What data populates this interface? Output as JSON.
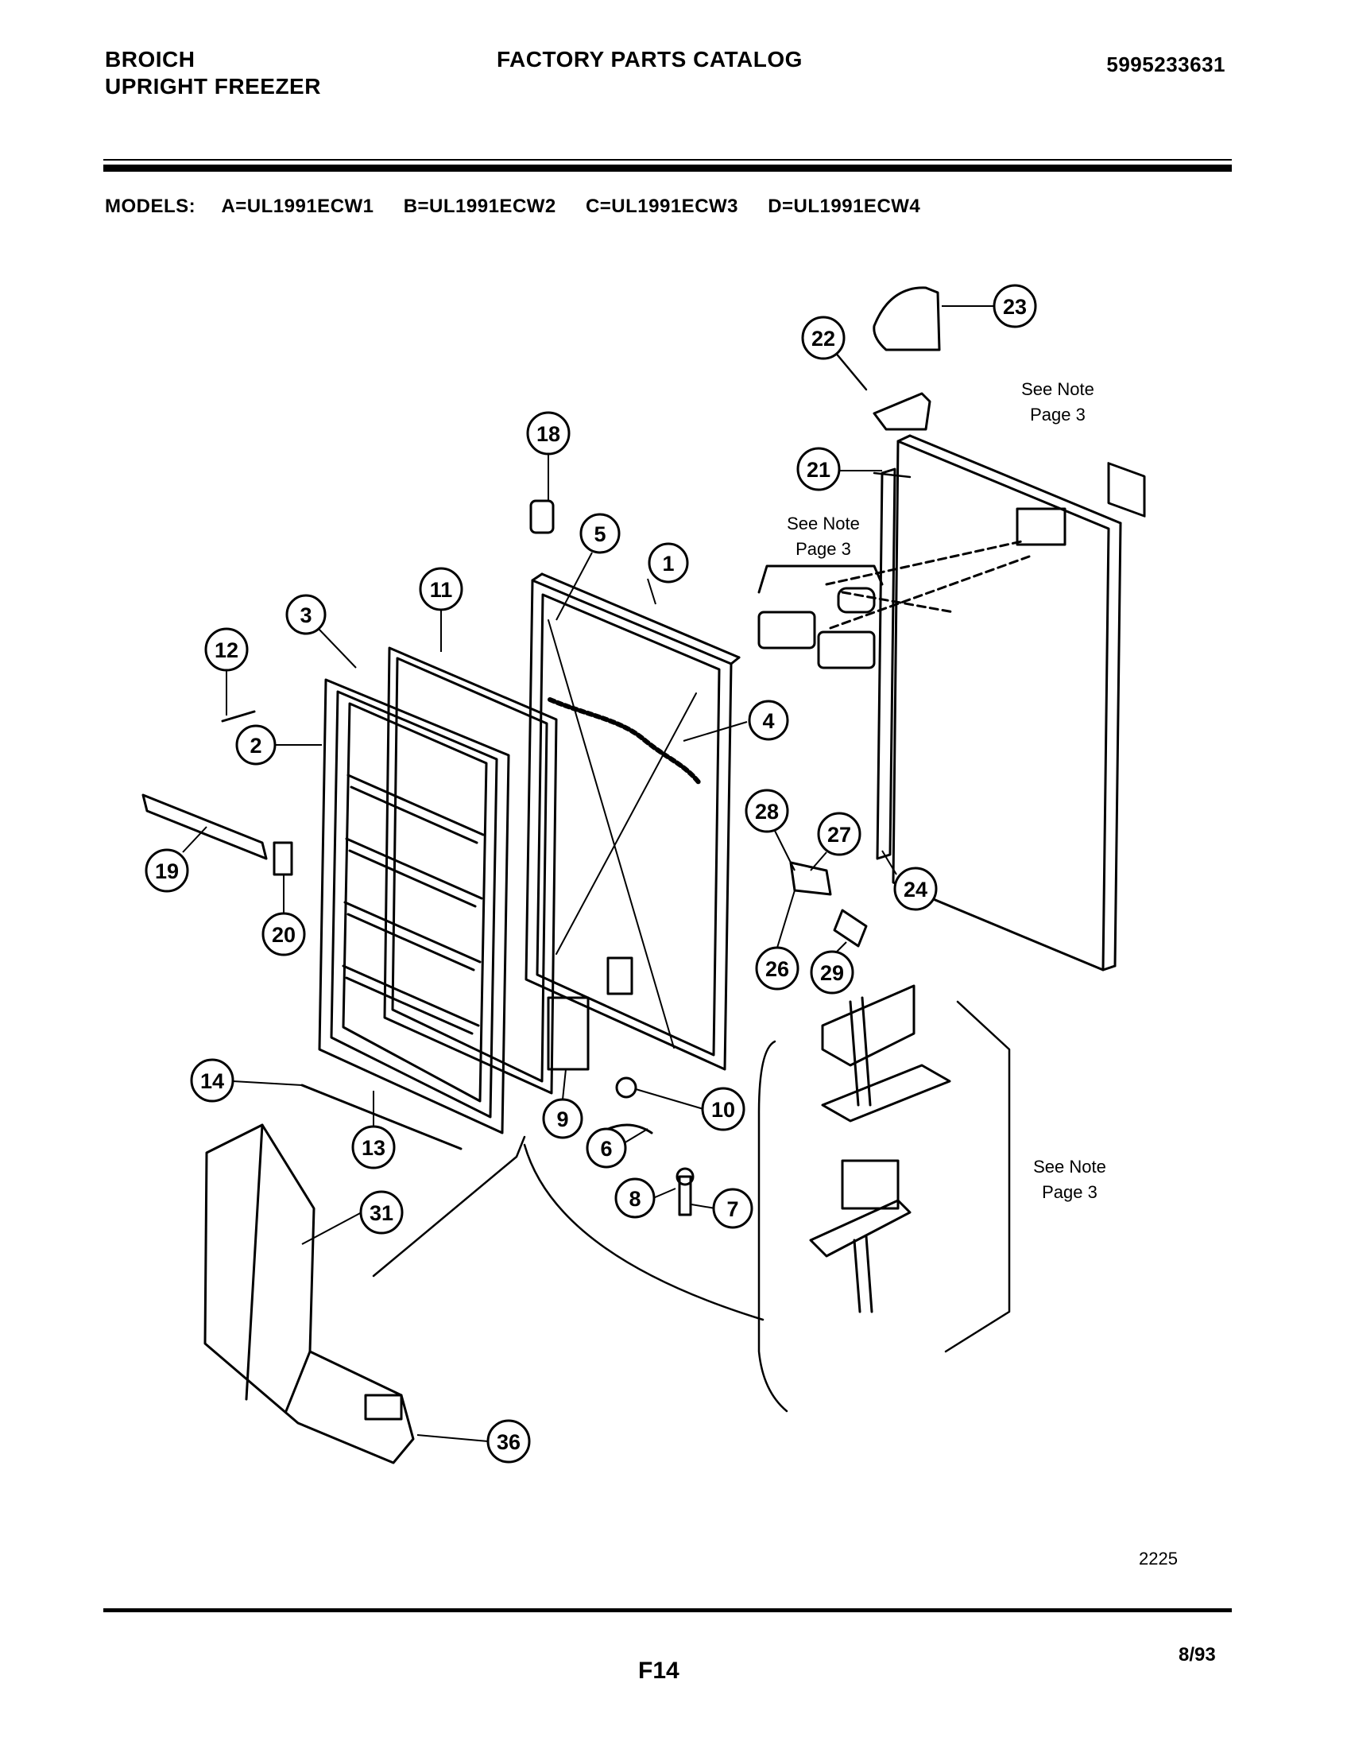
{
  "header": {
    "brand": "BROICH",
    "product": "UPRIGHT FREEZER",
    "catalog_title": "FACTORY PARTS CATALOG",
    "catalog_number": "5995233631"
  },
  "models": {
    "label": "MODELS:",
    "items": [
      "A=UL1991ECW1",
      "B=UL1991ECW2",
      "C=UL1991ECW3",
      "D=UL1991ECW4"
    ]
  },
  "notes": {
    "see_note_line1": "See Note",
    "see_note_line2": "Page 3"
  },
  "callouts": [
    "1",
    "2",
    "3",
    "4",
    "5",
    "6",
    "7",
    "8",
    "9",
    "10",
    "11",
    "12",
    "13",
    "14",
    "18",
    "19",
    "20",
    "21",
    "22",
    "23",
    "24",
    "26",
    "27",
    "28",
    "29",
    "31",
    "36"
  ],
  "footer": {
    "drawing_code": "2225",
    "page_number": "F14",
    "date": "8/93"
  }
}
